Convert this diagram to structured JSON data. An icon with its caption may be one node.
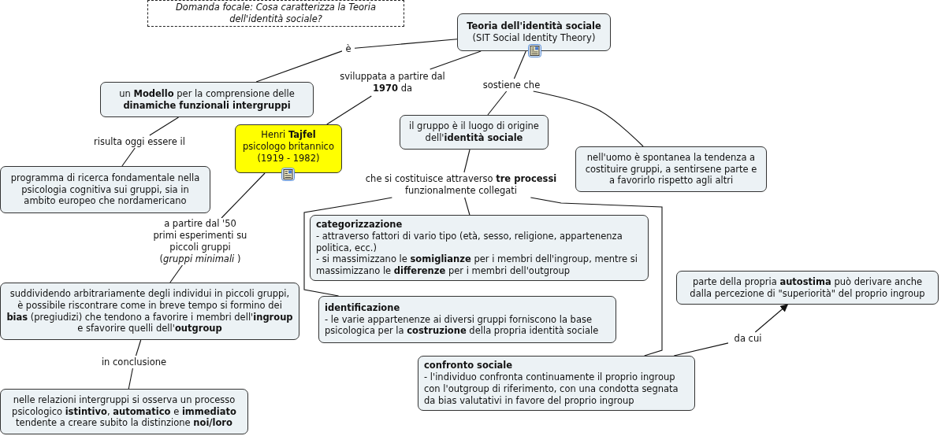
{
  "diagram": {
    "nodes": [
      {
        "text": [
          "Domanda focale: Cosa caratterizza la Teoria dell'identità sociale?"
        ]
      },
      {
        "text": [
          "Teoria dell'identità sociale",
          "(SIT Social Identity Theory)"
        ]
      },
      {
        "text": [
          "è"
        ]
      },
      {
        "text": [
          "sviluppata a partire dal **1970** da"
        ]
      },
      {
        "text": [
          "sostiene che"
        ]
      },
      {
        "text": [
          "un **Modello** per la comprensione delle **dinamiche funzionali intergruppi**"
        ]
      },
      {
        "text": [
          "risulta oggi essere il"
        ]
      },
      {
        "text": [
          "programma di ricerca fondamentale nella psicologia cognitiva sui gruppi, sia in ambito europeo che nordamericano"
        ]
      },
      {
        "text": [
          "Henri **Tajfel** psicologo britannico (1919 - 1982)"
        ]
      },
      {
        "text": [
          "a partire dal '50 primi esperimenti su piccoli gruppi (*gruppi minimali* )"
        ]
      },
      {
        "text": [
          "suddividendo arbitrariamente degli individui in piccoli gruppi, è possibile riscontrare come in breve tempo si formino dei **bias** (pregiudizi) che tendono a favorire i membri dell'**ingroup** e sfavorire quelli dell'**outgroup**"
        ]
      },
      {
        "text": [
          "in conclusione"
        ]
      },
      {
        "text": [
          "nelle relazioni intergruppi si osserva un processo psicologico **istintivo**, **automatico** e **immediato** tendente a creare subito la distinzione **noi/loro**"
        ]
      },
      {
        "text": [
          "il gruppo è il luogo di origine dell'**identità sociale**"
        ]
      },
      {
        "text": [
          "nell'uomo è spontanea la tendenza a costituire gruppi, a sentirsene parte e a favorirlo rispetto agli altri"
        ]
      },
      {
        "text": [
          "che si costituisce attraverso **tre processi** funzionalmente collegati"
        ]
      },
      {
        "text": [
          "categorizzazione",
          "- attraverso fattori di vario tipo (età, sesso, religione, appartenenza politica, ecc.)",
          "- si massimizzano le **somiglianze** per i membri dell'ingroup, mentre si massimizzano le **differenze** per i membri dell'outgroup"
        ]
      },
      {
        "text": [
          "identificazione",
          "- le varie appartenenze ai diversi gruppi forniscono la base psicologica per la **costruzione** della propria identità sociale"
        ]
      },
      {
        "text": [
          "confronto sociale",
          "- l'individuo confronta continuamente il proprio ingroup con l'outgroup di riferimento, con una condotta segnata da bias valutativi in favore del proprio ingroup"
        ]
      },
      {
        "text": [
          "da cui"
        ]
      },
      {
        "text": [
          "parte della propria **autostima** può derivare anche dalla percezione di \"superiorità\" del proprio ingroup"
        ]
      }
    ],
    "edges": [
      {
        "from": 1,
        "to": 2,
        "arrow": "none"
      },
      {
        "from": 2,
        "to": 5,
        "arrow": "none"
      },
      {
        "from": 1,
        "to": 3,
        "arrow": "none"
      },
      {
        "from": 3,
        "to": 8,
        "arrow": "none"
      },
      {
        "from": 1,
        "to": 4,
        "arrow": "none"
      },
      {
        "from": 4,
        "to": 13,
        "arrow": "none"
      },
      {
        "from": 4,
        "to": 14,
        "arrow": "none"
      },
      {
        "from": 5,
        "to": 6,
        "arrow": "none"
      },
      {
        "from": 6,
        "to": 7,
        "arrow": "none"
      },
      {
        "from": 8,
        "to": 9,
        "arrow": "none"
      },
      {
        "from": 9,
        "to": 10,
        "arrow": "none"
      },
      {
        "from": 10,
        "to": 11,
        "arrow": "none"
      },
      {
        "from": 11,
        "to": 12,
        "arrow": "none"
      },
      {
        "from": 13,
        "to": 15,
        "arrow": "none"
      },
      {
        "from": 15,
        "to": 16,
        "arrow": "none"
      },
      {
        "from": 15,
        "to": 17,
        "arrow": "none"
      },
      {
        "from": 15,
        "to": 18,
        "arrow": "none"
      },
      {
        "from": 18,
        "to": 19,
        "arrow": "none"
      },
      {
        "from": 19,
        "to": 20,
        "arrow": "to"
      }
    ]
  }
}
